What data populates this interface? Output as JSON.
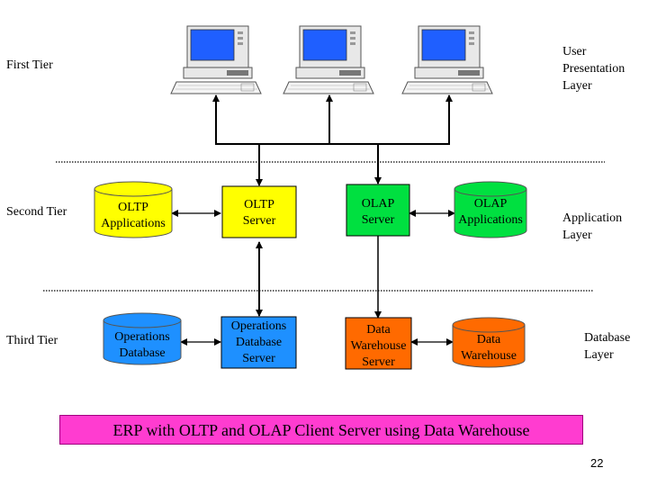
{
  "tiers": {
    "first": "First Tier",
    "second": "Second Tier",
    "third": "Third Tier"
  },
  "layers": {
    "presentation": [
      "User",
      "Presentation",
      "Layer"
    ],
    "application": [
      "Application",
      "Layer"
    ],
    "database": [
      "Database",
      "Layer"
    ]
  },
  "nodes": {
    "oltp_applications": [
      "OLTP",
      "Applications"
    ],
    "oltp_server": [
      "OLTP",
      "Server"
    ],
    "olap_server": [
      "OLAP",
      "Server"
    ],
    "olap_applications": [
      "OLAP",
      "Applications"
    ],
    "operations_database": [
      "Operations",
      "Database"
    ],
    "operations_database_server": [
      "Operations",
      "Database",
      "Server"
    ],
    "data_warehouse_server": [
      "Data",
      "Warehouse",
      "Server"
    ],
    "data_warehouse": [
      "Data",
      "Warehouse"
    ]
  },
  "banner": "ERP with OLTP and OLAP Client Server using Data Warehouse",
  "page_number": "22",
  "colors": {
    "oltp": "#ffff00",
    "operations": "#1e90ff",
    "warehouse": "#ff6a00",
    "banner": "#ff3cd0",
    "monitor_screen": "#1f5fff"
  }
}
